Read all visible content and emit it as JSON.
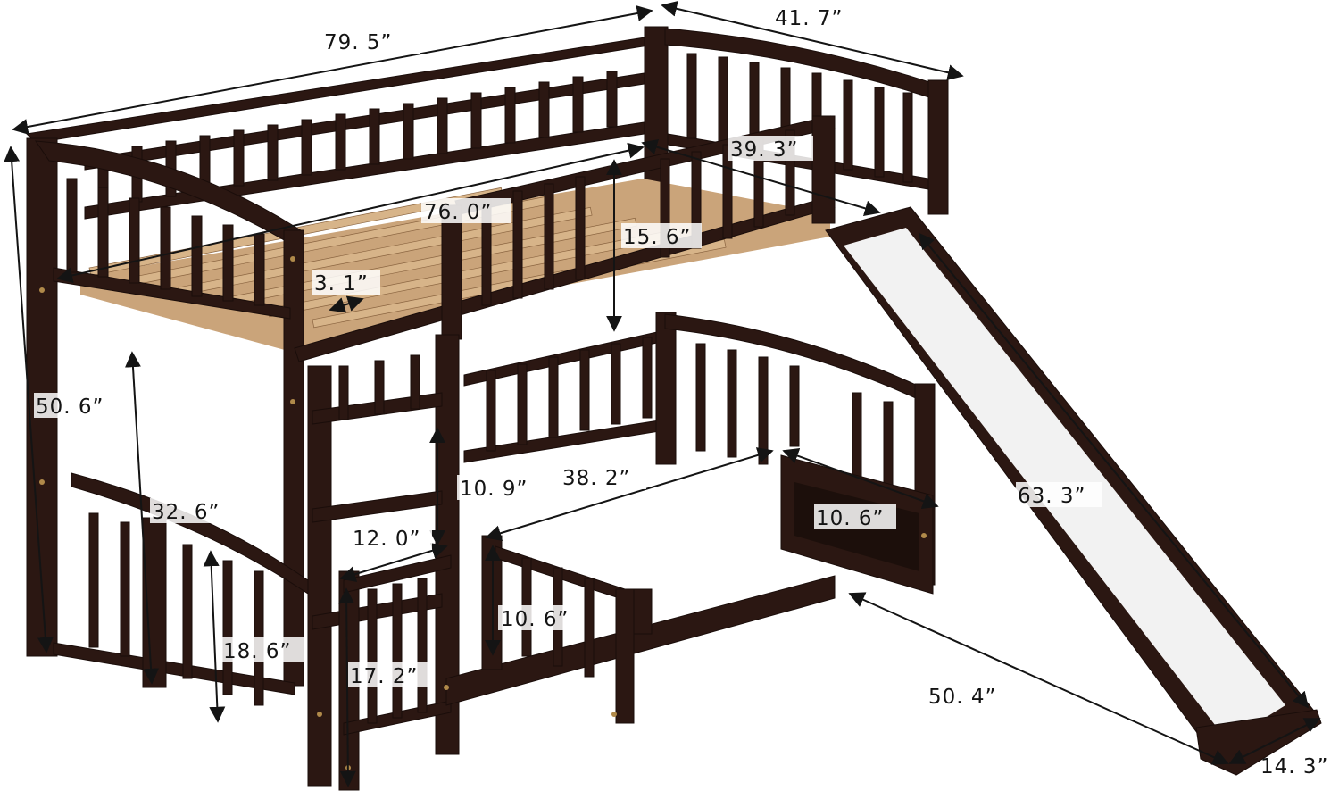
{
  "dimensions": {
    "overall_length": "79. 5”",
    "overall_width": "41. 7”",
    "inner_length": "76. 0”",
    "inner_width": "39. 3”",
    "guardrail_height": "15. 6”",
    "slat_gap": "3. 1”",
    "overall_height": "50. 6”",
    "lower_clearance": "32. 6”",
    "ladder_gap": "12. 0”",
    "ladder_step": "10. 9”",
    "lower_inner_width": "38. 2”",
    "lower_rail_height": "10. 6”",
    "drawer_height": "10. 6”",
    "slide_length": "63. 3”",
    "lower_end_height": "18. 6”",
    "ladder_post_height": "17. 2”",
    "slide_reach": "50. 4”",
    "slide_width": "14. 3”"
  },
  "colors": {
    "wood": "#2b1712",
    "slats": "#d7b489",
    "slide_surface": "#f2f2f2",
    "dimension_lines": "#141414"
  }
}
